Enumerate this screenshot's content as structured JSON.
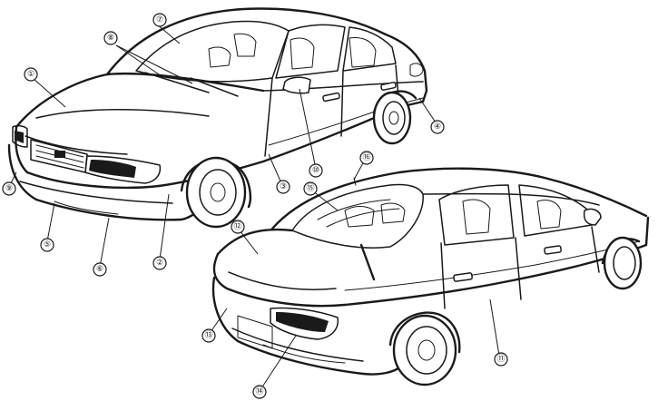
{
  "callouts": [
    {
      "id": "1",
      "label": "①"
    },
    {
      "id": "2",
      "label": "②"
    },
    {
      "id": "3",
      "label": "③"
    },
    {
      "id": "4",
      "label": "④"
    },
    {
      "id": "5",
      "label": "⑤"
    },
    {
      "id": "6",
      "label": "⑥"
    },
    {
      "id": "7",
      "label": "⑦"
    },
    {
      "id": "8",
      "label": "⑧"
    },
    {
      "id": "9",
      "label": "⑨"
    },
    {
      "id": "10",
      "label": "⑩"
    },
    {
      "id": "11",
      "label": "⑪"
    },
    {
      "id": "12",
      "label": "⑫"
    },
    {
      "id": "13",
      "label": "⑬"
    },
    {
      "id": "14",
      "label": "⑭"
    },
    {
      "id": "15",
      "label": "⑮"
    },
    {
      "id": "16",
      "label": "⑯"
    }
  ]
}
